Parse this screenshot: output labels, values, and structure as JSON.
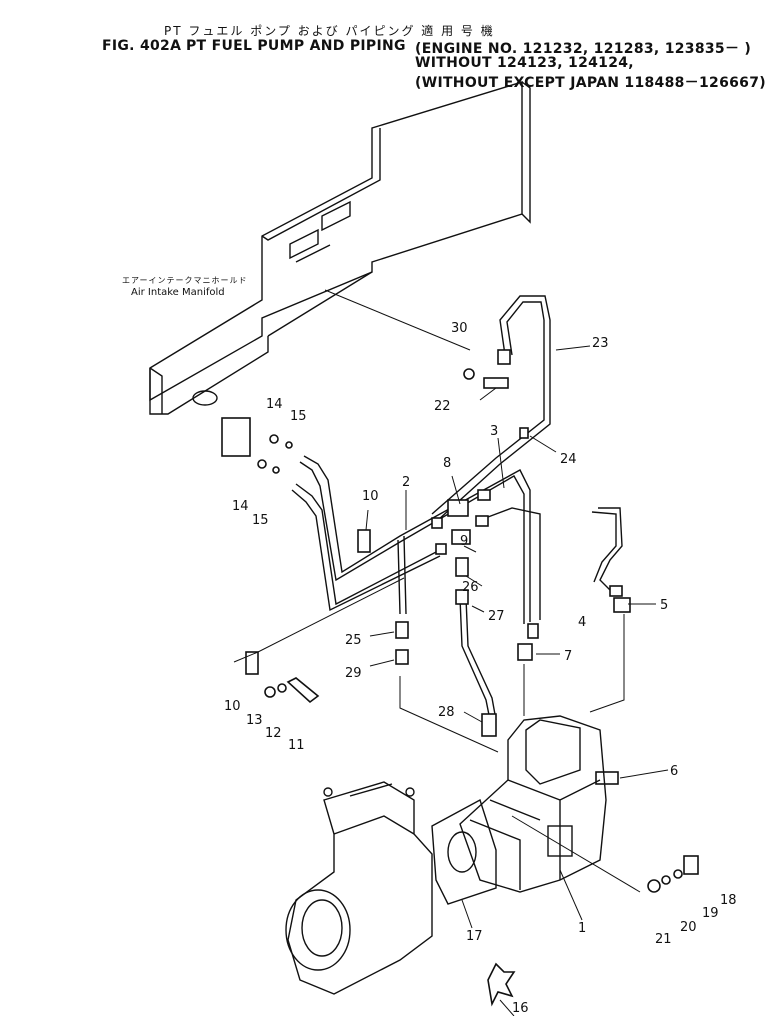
{
  "header": {
    "jp_title": "PT フュエル ポンプ および パイピング 適 用 号 機",
    "fig_no": "FIG. 402A",
    "title_main": "PT FUEL PUMP AND PIPING",
    "title_line1": "(ENGINE NO. 121232, 121283, 123835－ )",
    "title_line2": "WITHOUT  124123, 124124,",
    "title_line3": "(WITHOUT  EXCEPT  JAPAN  118488－126667)"
  },
  "labels": {
    "manifold_jp": "エアーインテークマニホールド",
    "manifold_en": "Air Intake Manifold"
  },
  "callouts": [
    "30",
    "23",
    "22",
    "14",
    "15",
    "24",
    "3",
    "8",
    "2",
    "10",
    "14",
    "15",
    "9",
    "26",
    "27",
    "5",
    "4",
    "25",
    "7",
    "29",
    "10",
    "13",
    "12",
    "11",
    "28",
    "6",
    "18",
    "19",
    "20",
    "21",
    "1",
    "17",
    "16"
  ]
}
